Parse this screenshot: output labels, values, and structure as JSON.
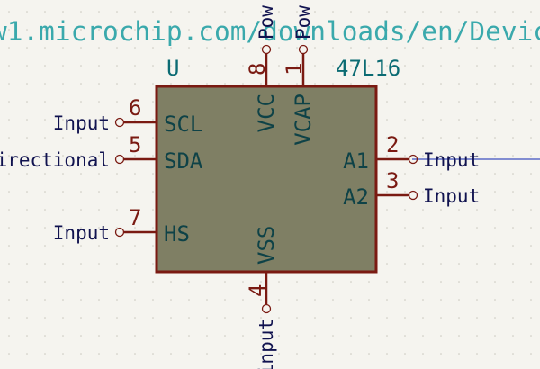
{
  "colors": {
    "background": "#f5f4ef",
    "grid_dot": "#c9c7bd",
    "body_fill": "#7f7f64",
    "body_stroke": "#7a1a12",
    "pin_line": "#7a1a12",
    "pin_number": "#7a1a12",
    "pin_name": "#0e4247",
    "ref_text": "#0b6b73",
    "url_text": "#3aa9ac",
    "electrical_type": "#10124f",
    "wire": "#3d4fbf"
  },
  "symbol": {
    "reference": "U",
    "value": "47L16",
    "datasheet_url": "w1.microchip.com/downloads/en/Devic"
  },
  "pins": {
    "scl": {
      "number": "6",
      "name": "SCL",
      "etype": "Input"
    },
    "sda": {
      "number": "5",
      "name": "SDA",
      "etype": "directional"
    },
    "hs": {
      "number": "7",
      "name": "HS",
      "etype": "Input"
    },
    "vcc": {
      "number": "8",
      "name": "VCC",
      "etype": "Pow"
    },
    "vcap": {
      "number": "1",
      "name": "VCAP",
      "etype": "Pow"
    },
    "vss": {
      "number": "4",
      "name": "VSS",
      "etype": "input"
    },
    "a1": {
      "number": "2",
      "name": "A1",
      "etype": "Input"
    },
    "a2": {
      "number": "3",
      "name": "A2",
      "etype": "Input"
    }
  }
}
